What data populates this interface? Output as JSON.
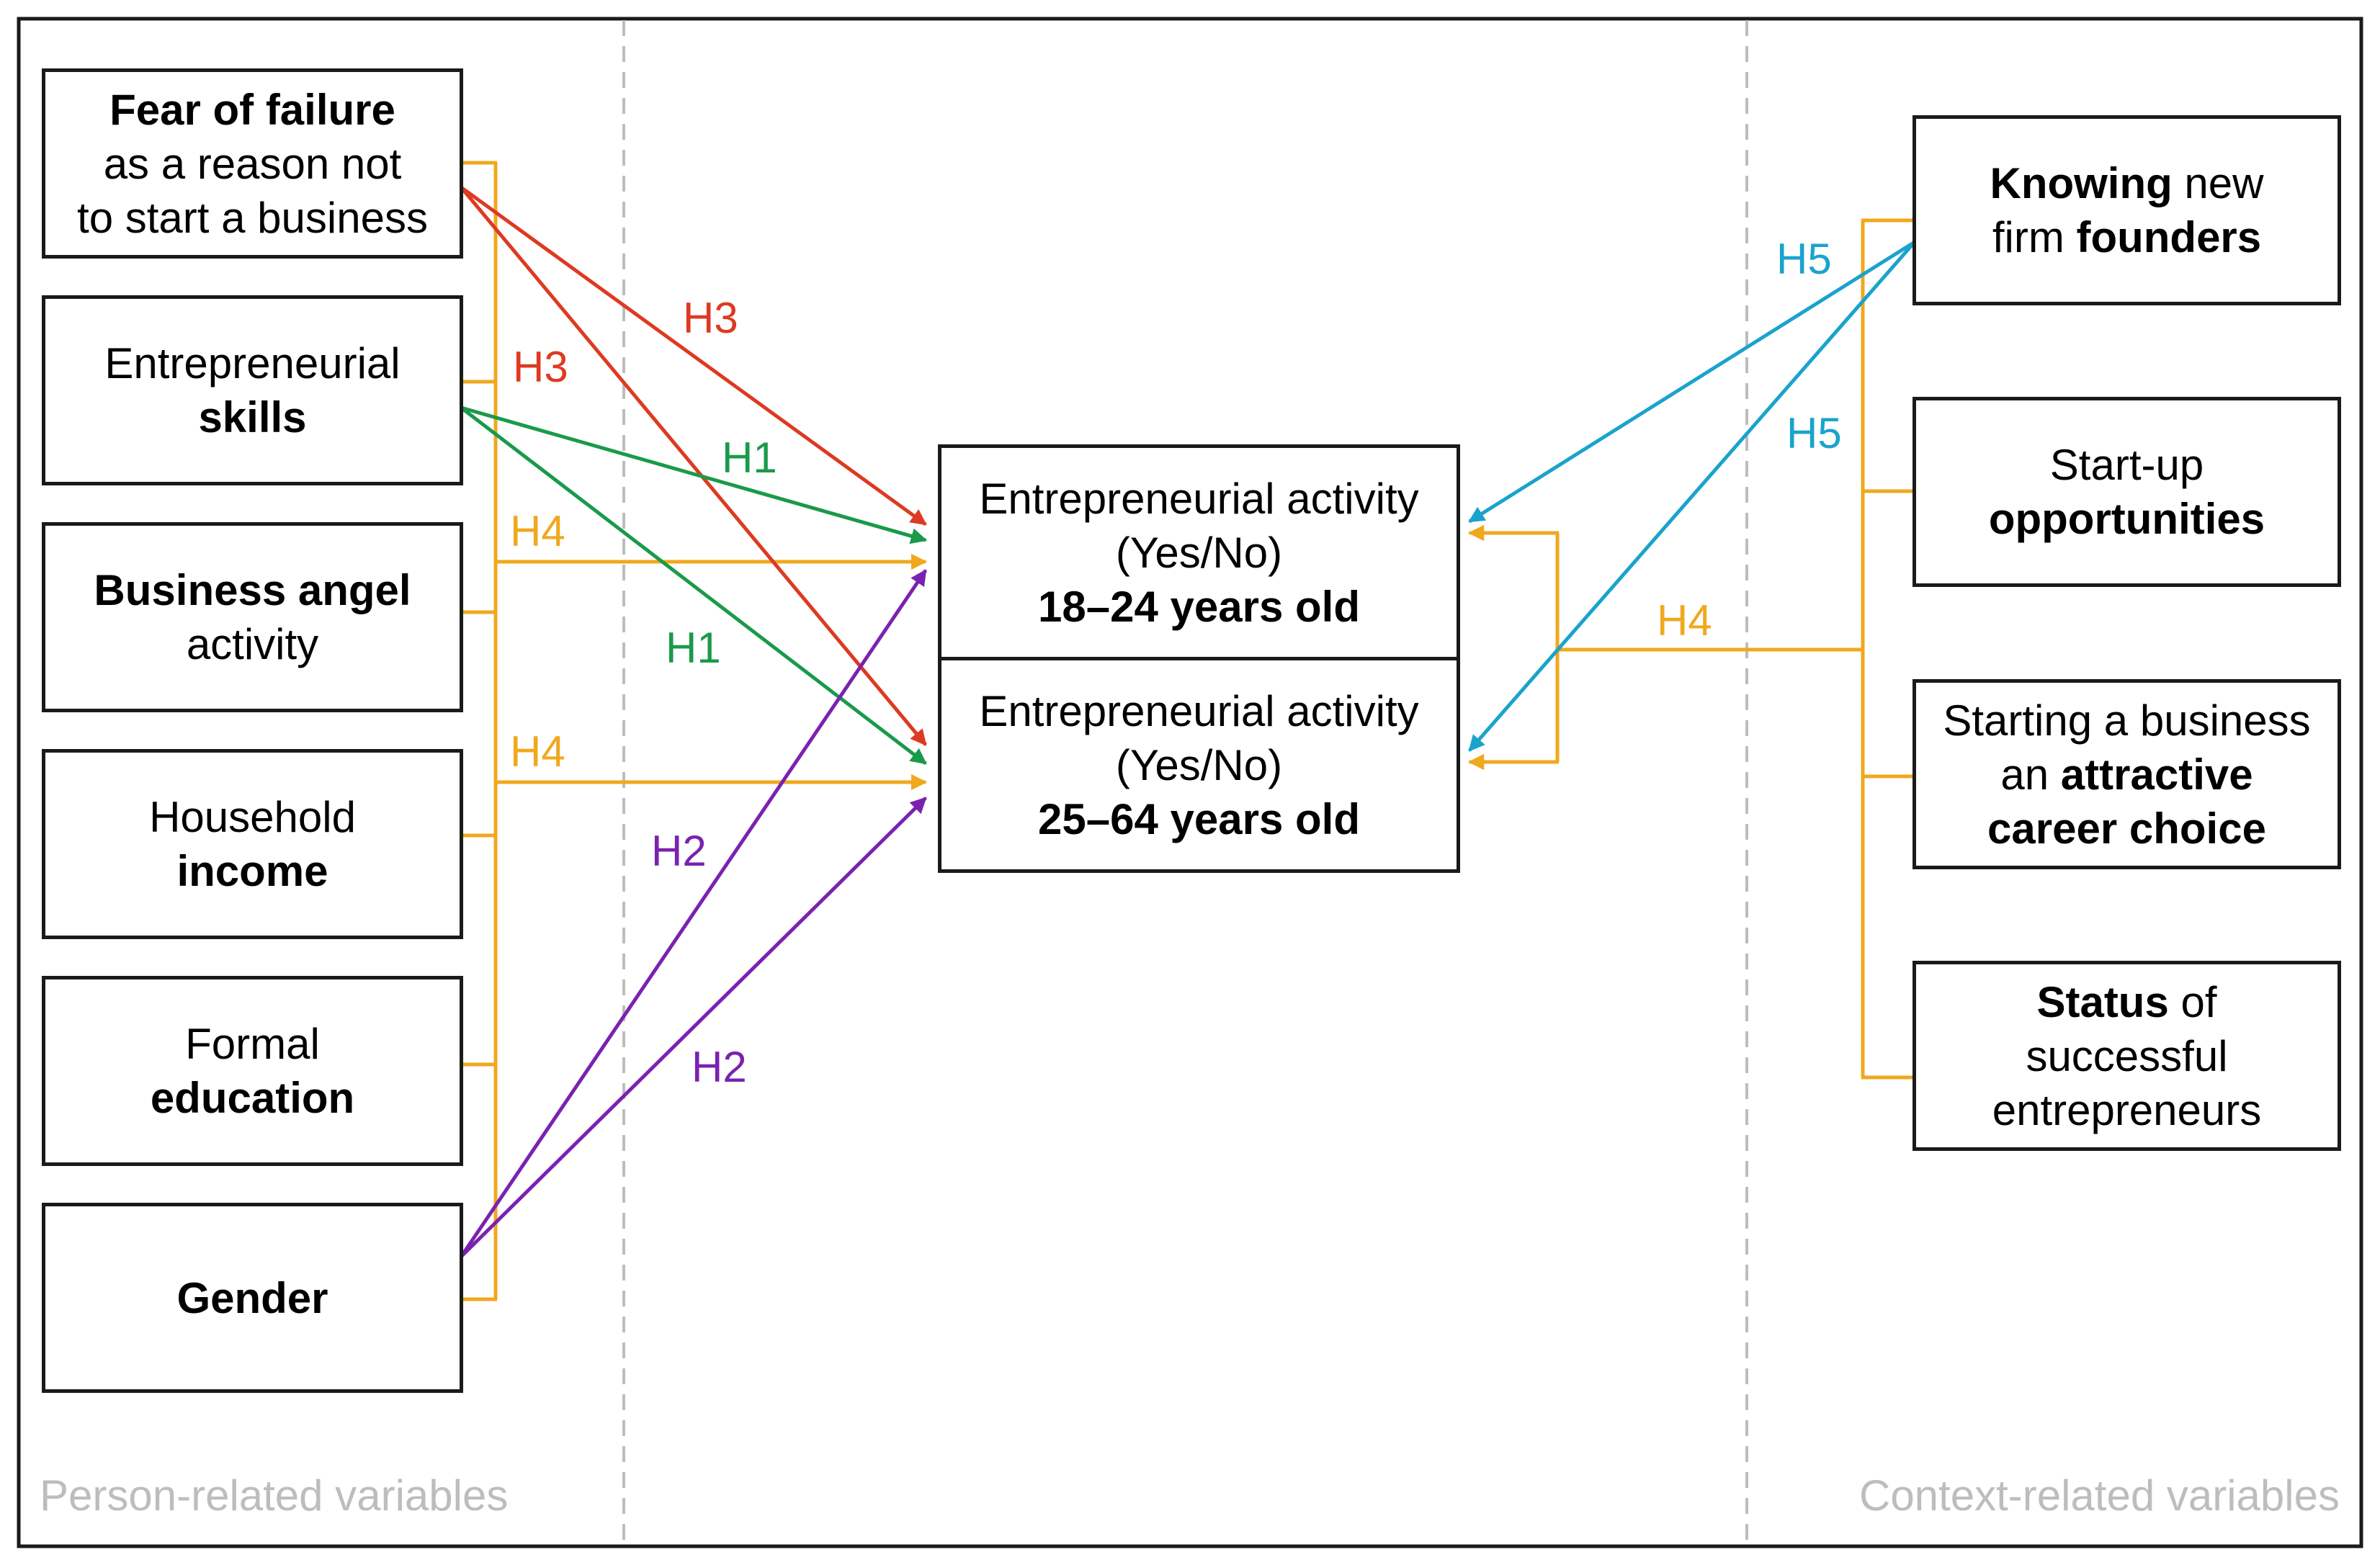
{
  "regions": {
    "person": "Person-related variables",
    "context": "Context-related variables"
  },
  "person_vars": [
    {
      "id": "fear",
      "lines": [
        [
          {
            "t": "Fear of failure",
            "b": true
          }
        ],
        [
          {
            "t": "as a reason not",
            "b": false
          }
        ],
        [
          {
            "t": "to start a business",
            "b": false
          }
        ]
      ]
    },
    {
      "id": "skills",
      "lines": [
        [
          {
            "t": "Entrepreneurial",
            "b": false
          }
        ],
        [
          {
            "t": "skills",
            "b": true
          }
        ]
      ]
    },
    {
      "id": "angel",
      "lines": [
        [
          {
            "t": "Business angel",
            "b": true
          }
        ],
        [
          {
            "t": "activity",
            "b": false
          }
        ]
      ]
    },
    {
      "id": "income",
      "lines": [
        [
          {
            "t": "Household",
            "b": false
          }
        ],
        [
          {
            "t": "income",
            "b": true
          }
        ]
      ]
    },
    {
      "id": "education",
      "lines": [
        [
          {
            "t": "Formal",
            "b": false
          }
        ],
        [
          {
            "t": "education",
            "b": true
          }
        ]
      ]
    },
    {
      "id": "gender",
      "lines": [
        [
          {
            "t": "Gender",
            "b": true
          }
        ]
      ]
    }
  ],
  "context_vars": [
    {
      "id": "founders",
      "lines": [
        [
          {
            "t": "Knowing",
            "b": true
          },
          {
            "t": " new",
            "b": false
          }
        ],
        [
          {
            "t": "firm ",
            "b": false
          },
          {
            "t": "founders",
            "b": true
          }
        ]
      ]
    },
    {
      "id": "startup",
      "lines": [
        [
          {
            "t": "Start-up",
            "b": false
          }
        ],
        [
          {
            "t": "opportunities",
            "b": true
          }
        ]
      ]
    },
    {
      "id": "career",
      "lines": [
        [
          {
            "t": "Starting a business",
            "b": false
          }
        ],
        [
          {
            "t": "an ",
            "b": false
          },
          {
            "t": "attractive",
            "b": true
          }
        ],
        [
          {
            "t": "career choice",
            "b": true
          }
        ]
      ]
    },
    {
      "id": "status",
      "lines": [
        [
          {
            "t": "Status",
            "b": true
          },
          {
            "t": " of",
            "b": false
          }
        ],
        [
          {
            "t": "successful",
            "b": false
          }
        ],
        [
          {
            "t": "entrepreneurs",
            "b": false
          }
        ]
      ]
    }
  ],
  "outcomes": [
    {
      "id": "young",
      "lines": [
        [
          {
            "t": "Entrepreneurial activity",
            "b": false
          }
        ],
        [
          {
            "t": "(Yes/No)",
            "b": false
          }
        ],
        [
          {
            "t": "18–24 years old",
            "b": true
          }
        ]
      ]
    },
    {
      "id": "adult",
      "lines": [
        [
          {
            "t": "Entrepreneurial activity",
            "b": false
          }
        ],
        [
          {
            "t": "(Yes/No)",
            "b": false
          }
        ],
        [
          {
            "t": "25–64 years old",
            "b": true
          }
        ]
      ]
    }
  ],
  "hypotheses": {
    "h1": {
      "label": "H1",
      "color": "#1a9a4a"
    },
    "h2": {
      "label": "H2",
      "color": "#7a22b0"
    },
    "h3": {
      "label": "H3",
      "color": "#dd3a22"
    },
    "h4": {
      "label": "H4",
      "color": "#f0a81e"
    },
    "h5": {
      "label": "H5",
      "color": "#1aa3cc"
    }
  },
  "colors": {
    "divider": "#bdbdbd",
    "border": "#1a1a1a",
    "region_text": "#bdbdbd"
  }
}
